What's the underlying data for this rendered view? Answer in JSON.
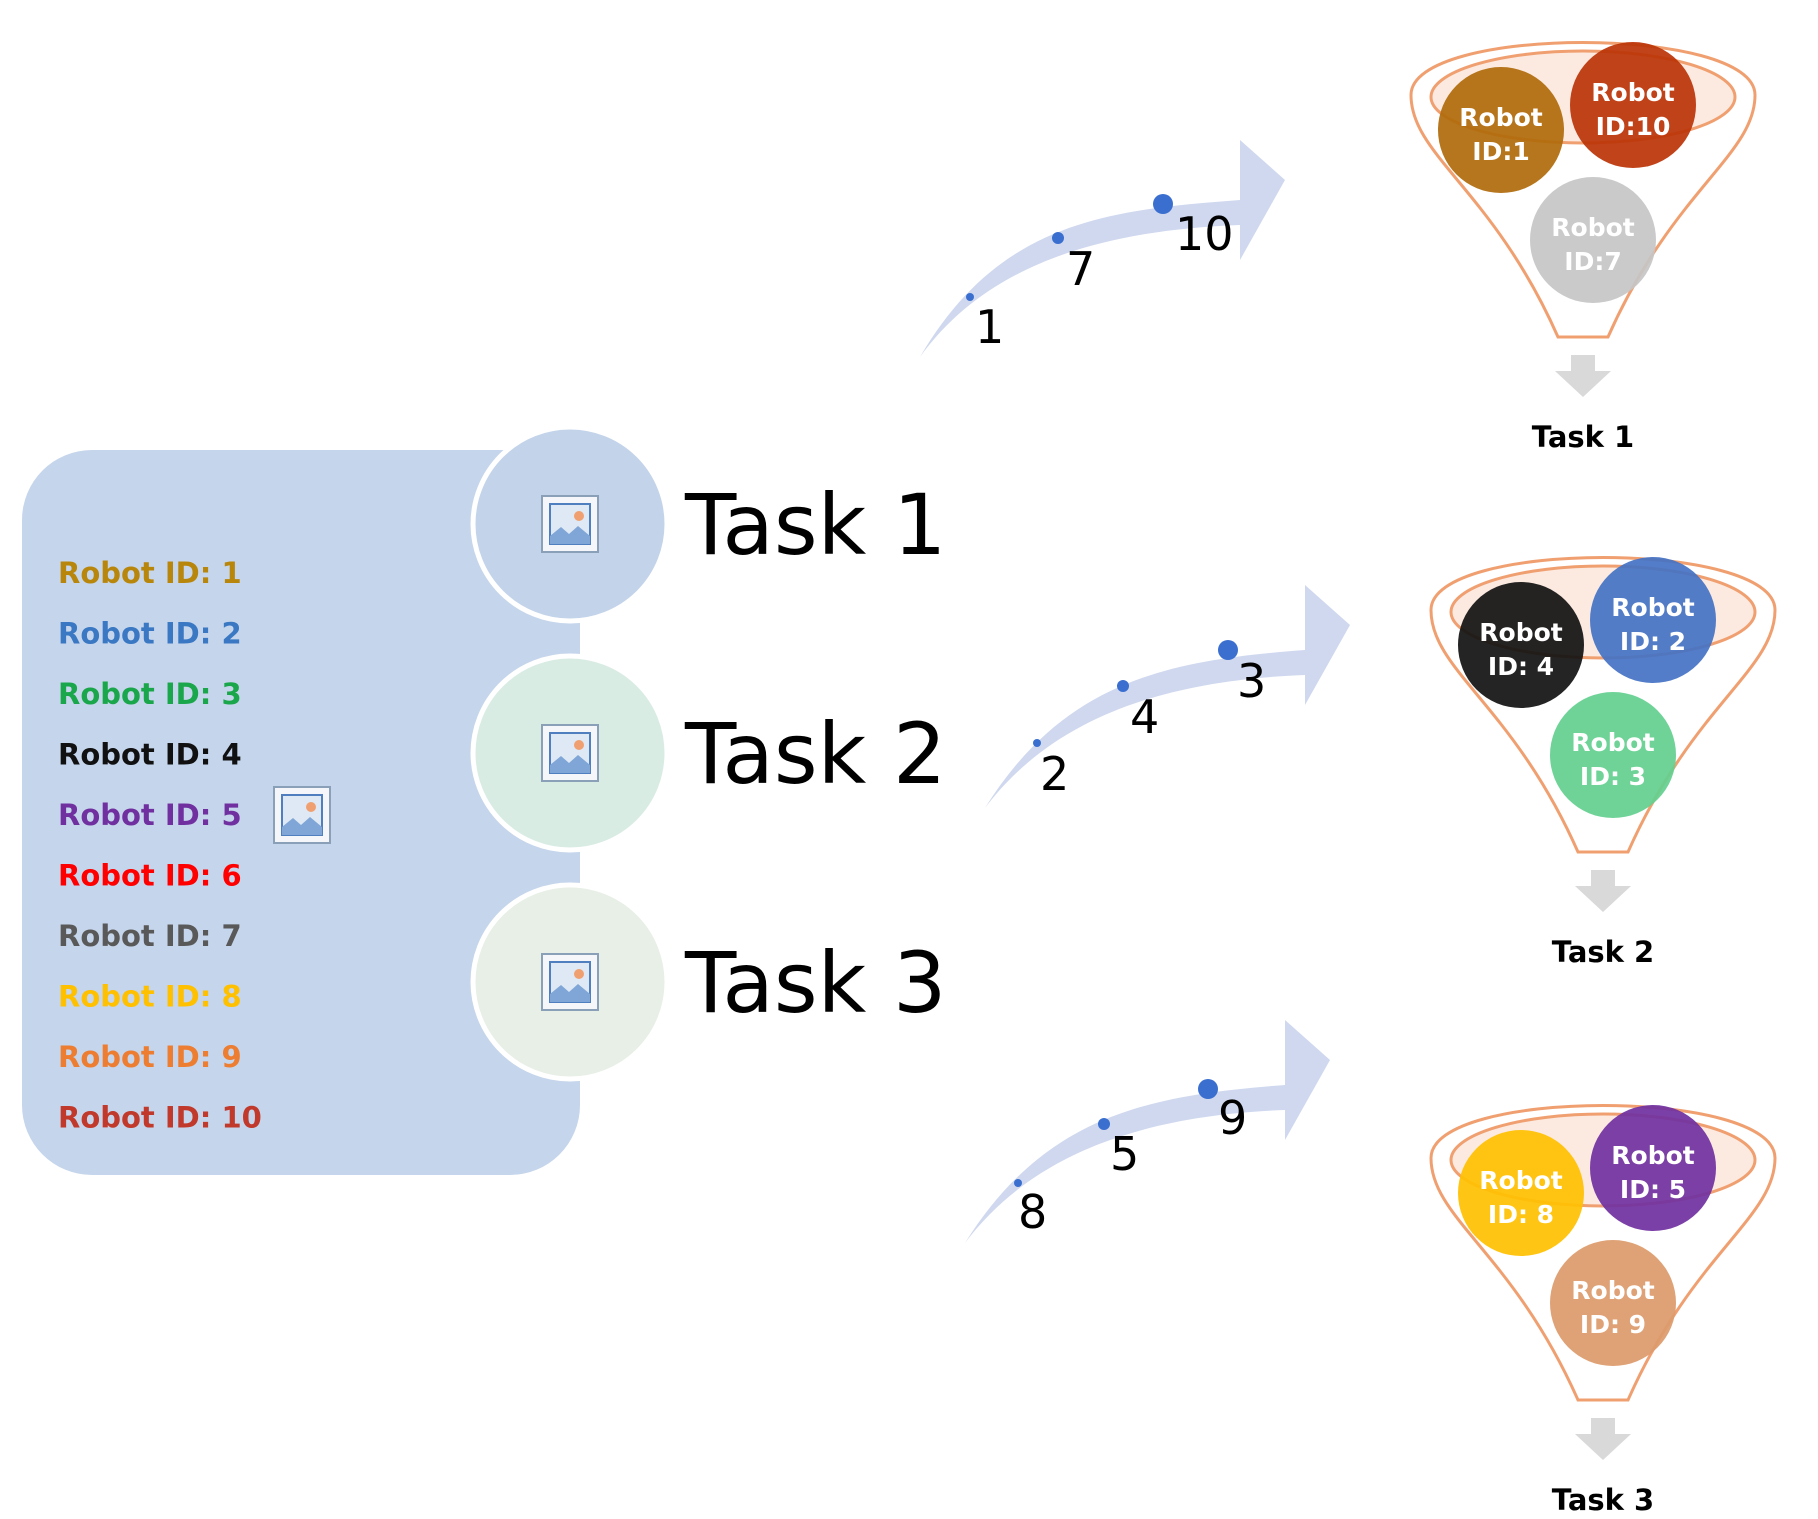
{
  "robots": [
    {
      "label": "Robot ID: 1",
      "color": "#b8860b"
    },
    {
      "label": "Robot ID: 2",
      "color": "#3a78c3"
    },
    {
      "label": "Robot ID: 3",
      "color": "#1aa64a"
    },
    {
      "label": "Robot ID: 4",
      "color": "#111111"
    },
    {
      "label": "Robot ID: 5",
      "color": "#7030a0"
    },
    {
      "label": "Robot ID: 6",
      "color": "#ff0000"
    },
    {
      "label": "Robot ID: 7",
      "color": "#595959"
    },
    {
      "label": "Robot ID: 8",
      "color": "#ffc000"
    },
    {
      "label": "Robot ID: 9",
      "color": "#ed7d31"
    },
    {
      "label": "Robot ID: 10",
      "color": "#c0392b"
    }
  ],
  "tasks": [
    {
      "label": "Task 1",
      "circle_color": "#c3d3ea",
      "icon": "picture-icon"
    },
    {
      "label": "Task 2",
      "circle_color": "#d9ece4",
      "icon": "picture-icon"
    },
    {
      "label": "Task 3",
      "circle_color": "#e7efe6",
      "icon": "picture-icon"
    }
  ],
  "arrows": [
    {
      "task": "Task 1",
      "sequence": [
        "1",
        "7",
        "10"
      ]
    },
    {
      "task": "Task 2",
      "sequence": [
        "2",
        "4",
        "3"
      ]
    },
    {
      "task": "Task 3",
      "sequence": [
        "8",
        "5",
        "9"
      ]
    }
  ],
  "funnels": [
    {
      "caption": "Task 1",
      "bubbles": [
        {
          "line1": "Robot",
          "line2": "ID:1",
          "color": "#b06a0a"
        },
        {
          "line1": "Robot",
          "line2": "ID:10",
          "color": "#bb3306"
        },
        {
          "line1": "Robot",
          "line2": "ID:7",
          "color": "#c6c6c6"
        }
      ]
    },
    {
      "caption": "Task 2",
      "bubbles": [
        {
          "line1": "Robot",
          "line2": "ID: 4",
          "color": "#111111"
        },
        {
          "line1": "Robot",
          "line2": "ID: 2",
          "color": "#4472c4"
        },
        {
          "line1": "Robot",
          "line2": "ID: 3",
          "color": "#63cf8f"
        }
      ]
    },
    {
      "caption": "Task 3",
      "bubbles": [
        {
          "line1": "Robot",
          "line2": "ID: 8",
          "color": "#ffc000"
        },
        {
          "line1": "Robot",
          "line2": "ID: 5",
          "color": "#7030a0"
        },
        {
          "line1": "Robot",
          "line2": "ID: 9",
          "color": "#dc9a6a"
        }
      ]
    }
  ],
  "colors": {
    "panel": "#c5d5eb",
    "arrow": "#cfd8ee",
    "dot": "#3a6fd0",
    "funnel_stroke": "#f0a070",
    "funnel_inner_fill": "#f9d9c8",
    "down_arrow": "#d9d9d9"
  },
  "icons": {
    "robot_list": "picture-icon",
    "down_arrow": "down-arrow-icon"
  }
}
